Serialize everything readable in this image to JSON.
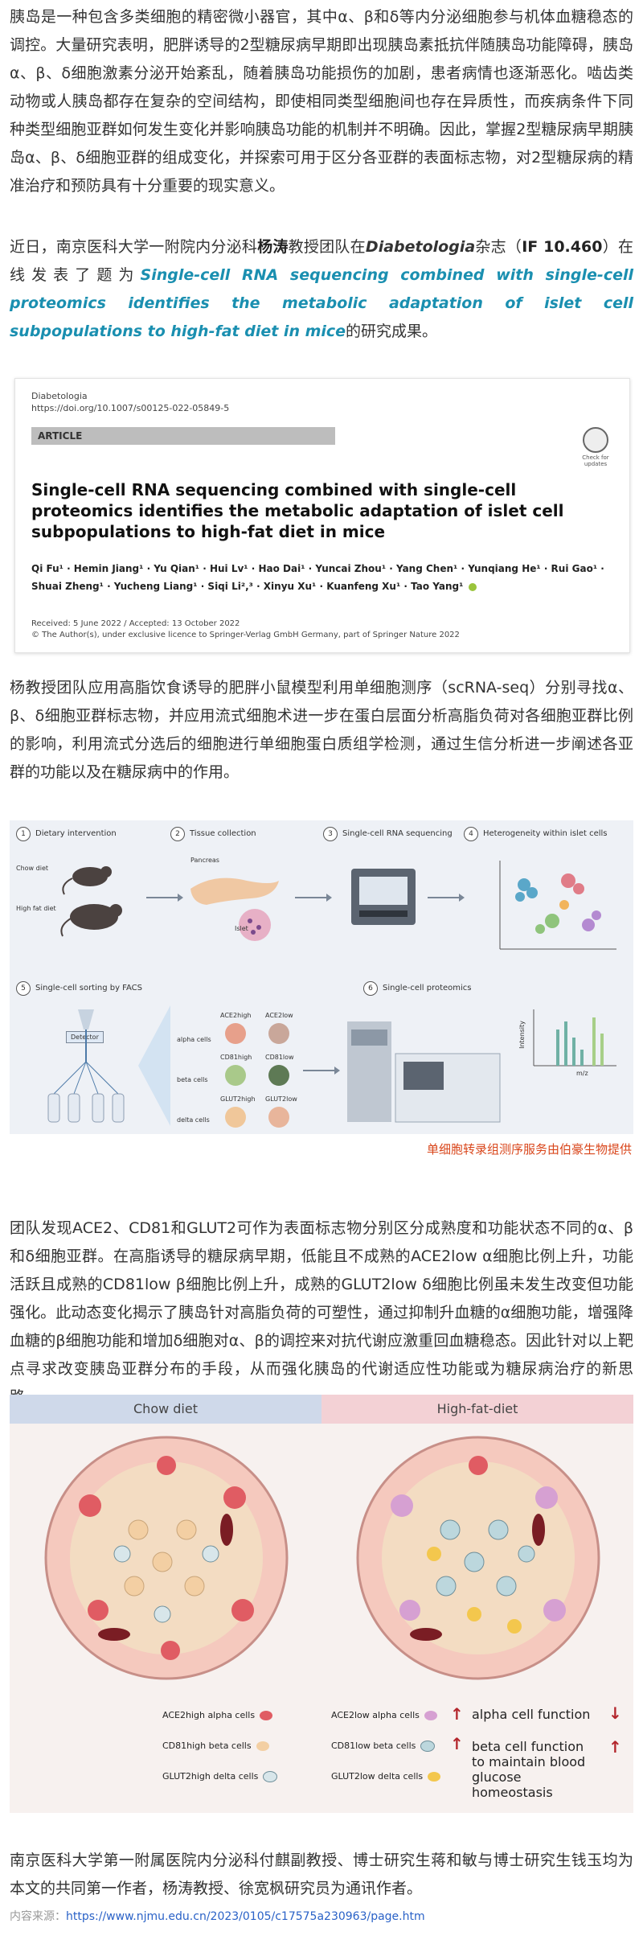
{
  "para1": "胰岛是一种包含多类细胞的精密微小器官，其中α、β和δ等内分泌细胞参与机体血糖稳态的调控。大量研究表明，肥胖诱导的2型糖尿病早期即出现胰岛素抵抗伴随胰岛功能障碍，胰岛α、β、δ细胞激素分泌开始紊乱，随着胰岛功能损伤的加剧，患者病情也逐渐恶化。啮齿类动物或人胰岛都存在复杂的空间结构，即使相同类型细胞间也存在异质性，而疾病条件下同种类型细胞亚群如何发生变化并影响胰岛功能的机制并不明确。因此，掌握2型糖尿病早期胰岛α、β、δ细胞亚群的组成变化，并探索可用于区分各亚群的表面标志物，对2型糖尿病的精准治疗和预防具有十分重要的现实意义。",
  "para2": {
    "part1": "近日，南京医科大学一附院内分泌科",
    "name": "杨涛",
    "part2": "教授团队在",
    "journal": "Diabetologia",
    "part3": "杂志（",
    "if": "IF 10.460",
    "part4": "）在线发表了题为",
    "title": "Single-cell RNA sequencing combined with single-cell proteomics identifies the metabolic adaptation of islet cell subpopulations to high-fat diet in mice",
    "part5": "的研究成果。"
  },
  "paper": {
    "journal": "Diabetologia",
    "doi": "https://doi.org/10.1007/s00125-022-05849-5",
    "article_label": "ARTICLE",
    "check_label": "Check for updates",
    "title": "Single-cell RNA sequencing combined with single-cell proteomics identifies the metabolic adaptation of islet cell subpopulations to high-fat diet in mice",
    "authors": "Qi Fu¹ · Hemin Jiang¹ · Yu Qian¹ · Hui Lv¹ · Hao Dai¹ · Yuncai Zhou¹ · Yang Chen¹ · Yunqiang He¹ · Rui Gao¹ · Shuai Zheng¹ · Yucheng Liang¹ · Siqi Li²,³ · Xinyu Xu¹ · Kuanfeng Xu¹ · Tao Yang¹",
    "dates": "Received: 5 June 2022 / Accepted: 13 October 2022",
    "copyright": "© The Author(s), under exclusive licence to Springer-Verlag GmbH Germany, part of Springer Nature 2022"
  },
  "para3": "杨教授团队应用高脂饮食诱导的肥胖小鼠模型利用单细胞测序（scRNA-seq）分别寻找α、β、δ细胞亚群标志物，并应用流式细胞术进一步在蛋白层面分析高脂负荷对各细胞亚群比例的影响，利用流式分选后的细胞进行单细胞蛋白质组学检测，通过生信分析进一步阐述各亚群的功能以及在糖尿病中的作用。",
  "workflow": {
    "steps": [
      {
        "num": "1",
        "label": "Dietary intervention"
      },
      {
        "num": "2",
        "label": "Tissue collection"
      },
      {
        "num": "3",
        "label": "Single-cell RNA sequencing"
      },
      {
        "num": "4",
        "label": "Heterogeneity within islet cells"
      },
      {
        "num": "5",
        "label": "Single-cell sorting by FACS"
      },
      {
        "num": "6",
        "label": "Single-cell proteomics"
      }
    ],
    "labels": {
      "chow": "Chow diet",
      "hfd": "High fat diet",
      "pancreas": "Pancreas",
      "islet": "Islet",
      "detector": "Detector",
      "alpha": "alpha cells",
      "beta": "beta cells",
      "delta": "delta cells",
      "ace2_high": "ACE2high",
      "ace2_low": "ACE2low",
      "cd81_high": "CD81high",
      "cd81_low": "CD81low",
      "glut2_high": "GLUT2high",
      "glut2_low": "GLUT2low",
      "intensity": "Intensity",
      "mz": "m/z"
    }
  },
  "caption1": "单细胞转录组测序服务由伯豪生物提供",
  "para4": "团队发现ACE2、CD81和GLUT2可作为表面标志物分别区分成熟度和功能状态不同的α、β和δ细胞亚群。在高脂诱导的糖尿病早期，低能且不成熟的ACE2low α细胞比例上升，功能活跃且成熟的CD81low β细胞比例上升，成熟的GLUT2low δ细胞比例虽未发生改变但功能强化。此动态变化揭示了胰岛针对高脂负荷的可塑性，通过抑制升血糖的α细胞功能，增强降血糖的β细胞功能和增加δ细胞对α、β的调控来对抗代谢应激重回血糖稳态。因此针对以上靶点寻求改变胰岛亚群分布的手段，从而强化胰岛的代谢适应性功能或为糖尿病治疗的新思路。",
  "islet": {
    "chow": "Chow diet",
    "hfd": "High-fat-diet",
    "legend_left": [
      "ACE2high alpha cells",
      "CD81high beta cells",
      "GLUT2high delta cells"
    ],
    "legend_right": [
      "ACE2low alpha cells",
      "CD81low beta cells",
      "GLUT2low delta cells"
    ],
    "fn_alpha": "alpha cell function",
    "fn_beta": "beta cell function to maintain blood glucose homeostasis"
  },
  "para5": "南京医科大学第一附属医院内分泌科付麒副教授、博士研究生蒋和敏与博士研究生钱玉均为本文的共同第一作者，杨涛教授、徐宽枫研究员为通讯作者。",
  "source": {
    "label": "内容来源：",
    "url": "https://www.njmu.edu.cn/2023/0105/c17575a230963/page.htm"
  },
  "colors": {
    "link": "#1a8fb0",
    "caption": "#d9461b",
    "alpha_cell": "#e05c63",
    "beta_cell": "#f3cfa3",
    "delta_cell": "#d8e6ea",
    "arrow_red": "#b3262c"
  }
}
